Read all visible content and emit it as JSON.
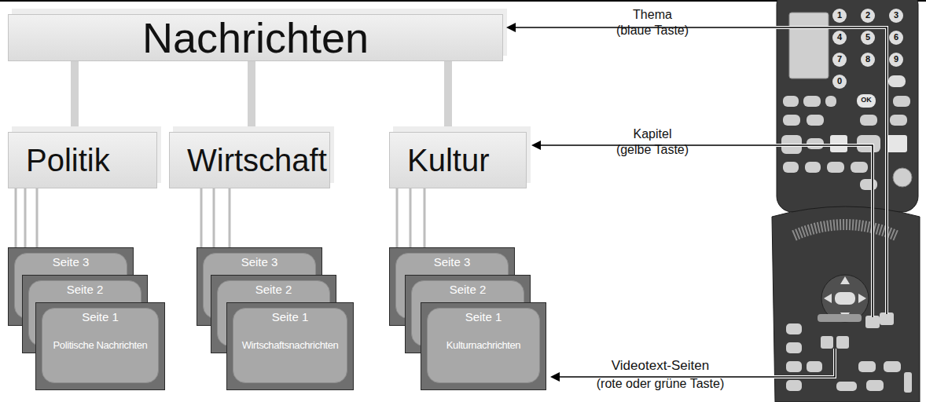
{
  "diagram": {
    "nodes": [
      {
        "text": [
          "Nachrichten"
        ]
      },
      {
        "text": [
          "Politik"
        ]
      },
      {
        "text": [
          "Wirtschaft"
        ]
      },
      {
        "text": [
          "Kultur"
        ]
      },
      {
        "text": [
          "Seite 3"
        ]
      },
      {
        "text": [
          "Seite 2"
        ]
      },
      {
        "text": [
          "Seite 1",
          "Politische Nachrichten"
        ]
      },
      {
        "text": [
          "Seite 3"
        ]
      },
      {
        "text": [
          "Seite 2"
        ]
      },
      {
        "text": [
          "Seite 1",
          "Wirtschaftsnachrichten"
        ]
      },
      {
        "text": [
          "Seite 3"
        ]
      },
      {
        "text": [
          "Seite 2"
        ]
      },
      {
        "text": [
          "Seite 1",
          "Kulturnachrichten"
        ]
      }
    ],
    "edges": [
      {
        "from": 0,
        "to": 1,
        "arrow": "none"
      },
      {
        "from": 0,
        "to": 2,
        "arrow": "none"
      },
      {
        "from": 0,
        "to": 3,
        "arrow": "none"
      },
      {
        "from": 1,
        "to": 4,
        "arrow": "none"
      },
      {
        "from": 1,
        "to": 5,
        "arrow": "none"
      },
      {
        "from": 1,
        "to": 6,
        "arrow": "none"
      },
      {
        "from": 2,
        "to": 7,
        "arrow": "none"
      },
      {
        "from": 2,
        "to": 8,
        "arrow": "none"
      },
      {
        "from": 2,
        "to": 9,
        "arrow": "none"
      },
      {
        "from": 3,
        "to": 10,
        "arrow": "none"
      },
      {
        "from": 3,
        "to": 11,
        "arrow": "none"
      },
      {
        "from": 3,
        "to": 12,
        "arrow": "none"
      }
    ],
    "labels": [
      "Thema",
      "(blaue Taste)",
      "Kapitel",
      "(gelbe Taste)",
      "Videotext-Seiten",
      "(rote oder grüne Taste)",
      "1",
      "2",
      "3",
      "4",
      "5",
      "6",
      "7",
      "8",
      "9",
      "0",
      "OK"
    ]
  }
}
